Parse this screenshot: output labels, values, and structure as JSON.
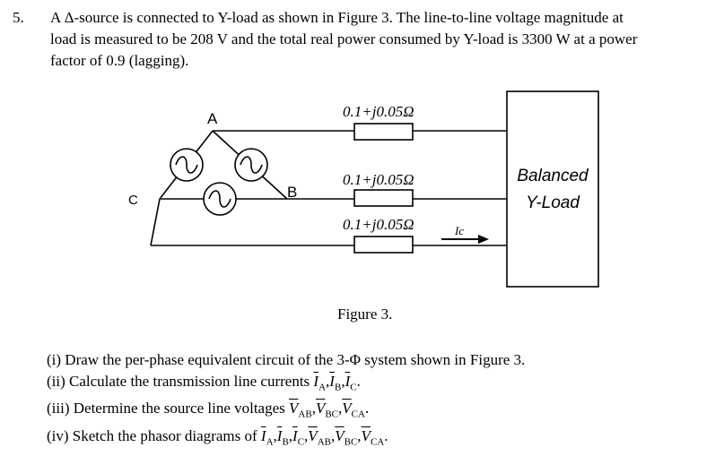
{
  "problem": {
    "number": "5.",
    "text_lines": [
      "A Δ-source is connected to Y-load as shown in Figure 3. The line-to-line voltage magnitude at",
      "load is measured to be 208 V and the total real power consumed by Y-load is 3300 W at a power",
      "factor of 0.9 (lagging)."
    ]
  },
  "figure": {
    "caption": "Figure 3.",
    "node_labels": {
      "A": "A",
      "B": "B",
      "C": "C"
    },
    "impedance_labels": [
      "0.1+j0.05Ω",
      "0.1+j0.05Ω",
      "0.1+j0.05Ω"
    ],
    "load_label_line1": "Balanced",
    "load_label_line2": "Y-Load",
    "current_label": "Ic"
  },
  "questions": [
    {
      "prefix": "(i) Draw the per-phase equivalent circuit of the 3-Φ system shown in Figure 3."
    },
    {
      "prefix": "(ii) Calculate the transmission line currents ",
      "symbols": [
        "I",
        "I",
        "I"
      ],
      "subs": [
        "A",
        "B",
        "C"
      ],
      "suffix": "."
    },
    {
      "prefix": "(iii) Determine the source line voltages ",
      "symbols": [
        "V",
        "V",
        "V"
      ],
      "subs": [
        "AB",
        "BC",
        "CA"
      ],
      "suffix": "."
    },
    {
      "prefix": "(iv) Sketch the phasor diagrams of ",
      "symbols": [
        "I",
        "I",
        "I",
        "V",
        "V",
        "V"
      ],
      "subs": [
        "A",
        "B",
        "C",
        "AB",
        "BC",
        "CA"
      ],
      "suffix": "."
    }
  ]
}
